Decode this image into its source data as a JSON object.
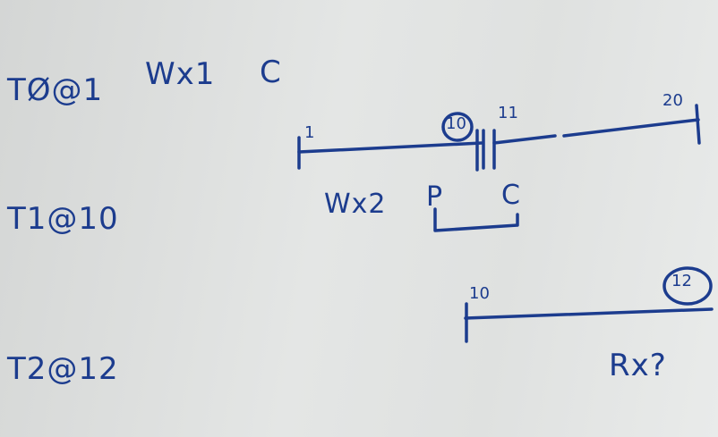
{
  "transactions": [
    {
      "label": "TØ@1",
      "ops": "Wx1 C"
    },
    {
      "label": "T1@10",
      "ops": "Wx2 P C"
    },
    {
      "label": "T2@12",
      "ops": "Rx?"
    }
  ],
  "t0_line": {
    "start": "1",
    "commit": "10",
    "next": "11",
    "end": "20"
  },
  "t2_line": {
    "start": "10",
    "end": "12"
  },
  "t1_ops": {
    "write": "Wx2",
    "prepare": "P",
    "commit": "C"
  },
  "t2_op": "Rx?",
  "t0_ops": {
    "write": "Wx1",
    "commit": "C"
  },
  "colors": {
    "ink": "#1c3c8e",
    "board": "#dfe1e0"
  }
}
